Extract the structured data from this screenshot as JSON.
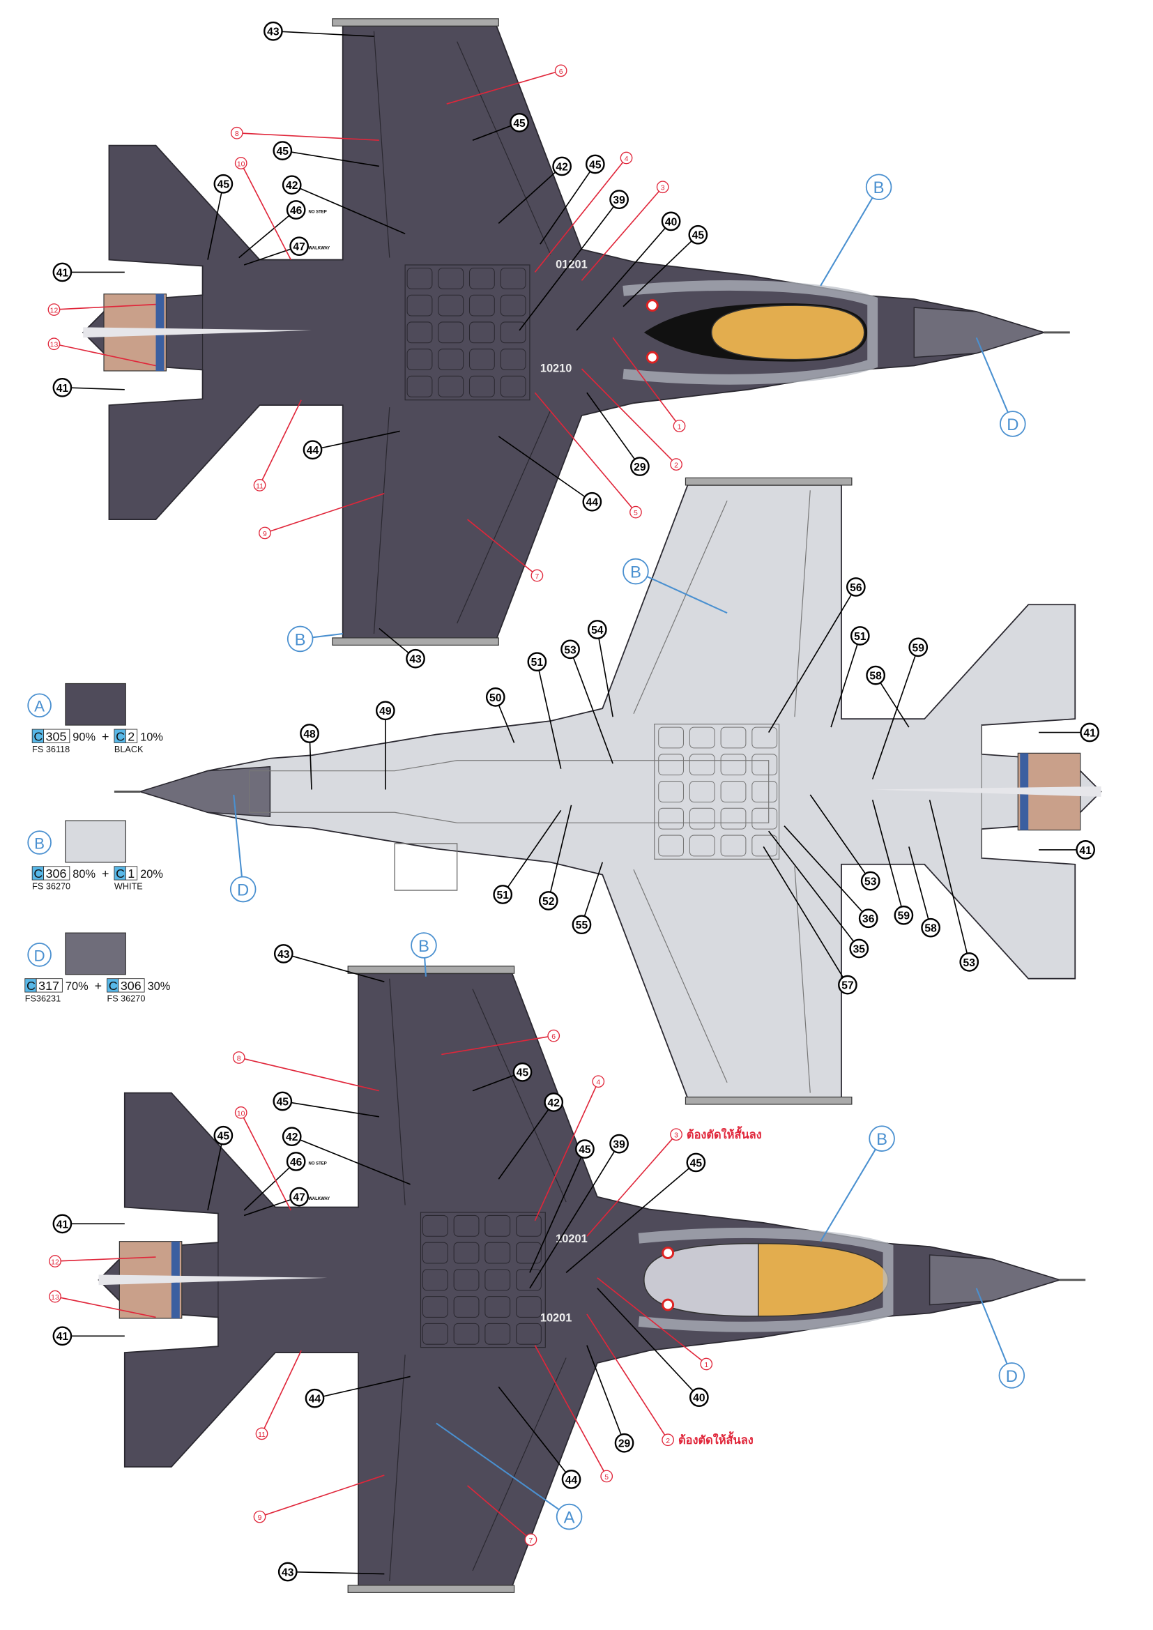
{
  "colors": {
    "A": {
      "hex": "#4f4b5a",
      "letter": "A",
      "mix": [
        {
          "code": "C",
          "num": "305",
          "pct": "90%",
          "sub": "FS 36118"
        },
        {
          "code": "C",
          "num": "2",
          "pct": "10%",
          "sub": "BLACK"
        }
      ]
    },
    "B": {
      "hex": "#d8dadf",
      "letter": "B",
      "mix": [
        {
          "code": "C",
          "num": "306",
          "pct": "80%",
          "sub": "FS 36270"
        },
        {
          "code": "C",
          "num": "1",
          "pct": "20%",
          "sub": "WHITE"
        }
      ]
    },
    "D": {
      "hex": "#6f6d7a",
      "letter": "D",
      "mix": [
        {
          "code": "C",
          "num": "317",
          "pct": "70%",
          "sub": "FS36231"
        },
        {
          "code": "C",
          "num": "306",
          "pct": "30%",
          "sub": "FS 36270"
        }
      ]
    },
    "plus": "+",
    "canopy_yellow": "#e3ad4e",
    "callout_red": "#e0263a",
    "callout_blue": "#4a90d0"
  },
  "views": [
    {
      "name": "upper-view-1",
      "serials": [
        "01201",
        "10210"
      ],
      "stencils": {
        "no_step": "NO STEP",
        "walkway": "WALKWAY"
      },
      "callouts": [
        {
          "label": "43",
          "kind": "black"
        },
        {
          "label": "45",
          "kind": "black"
        },
        {
          "label": "42",
          "kind": "black"
        },
        {
          "label": "45",
          "kind": "black"
        },
        {
          "label": "39",
          "kind": "black"
        },
        {
          "label": "40",
          "kind": "black"
        },
        {
          "label": "45",
          "kind": "black"
        },
        {
          "label": "45",
          "kind": "black"
        },
        {
          "label": "45",
          "kind": "black"
        },
        {
          "label": "42",
          "kind": "black"
        },
        {
          "label": "46",
          "kind": "black"
        },
        {
          "label": "47",
          "kind": "black"
        },
        {
          "label": "41",
          "kind": "black"
        },
        {
          "label": "41",
          "kind": "black"
        },
        {
          "label": "44",
          "kind": "black"
        },
        {
          "label": "44",
          "kind": "black"
        },
        {
          "label": "29",
          "kind": "black"
        },
        {
          "label": "43",
          "kind": "black"
        },
        {
          "label": "6",
          "kind": "red"
        },
        {
          "label": "8",
          "kind": "red"
        },
        {
          "label": "10",
          "kind": "red"
        },
        {
          "label": "4",
          "kind": "red"
        },
        {
          "label": "3",
          "kind": "red"
        },
        {
          "label": "1",
          "kind": "red"
        },
        {
          "label": "2",
          "kind": "red"
        },
        {
          "label": "5",
          "kind": "red"
        },
        {
          "label": "7",
          "kind": "red"
        },
        {
          "label": "9",
          "kind": "red"
        },
        {
          "label": "11",
          "kind": "red"
        },
        {
          "label": "12",
          "kind": "red"
        },
        {
          "label": "13",
          "kind": "red"
        },
        {
          "label": "B",
          "kind": "blue"
        },
        {
          "label": "D",
          "kind": "blue"
        },
        {
          "label": "B",
          "kind": "blue"
        }
      ]
    },
    {
      "name": "lower-view",
      "callouts": [
        {
          "label": "56",
          "kind": "black"
        },
        {
          "label": "51",
          "kind": "black"
        },
        {
          "label": "59",
          "kind": "black"
        },
        {
          "label": "58",
          "kind": "black"
        },
        {
          "label": "41",
          "kind": "black"
        },
        {
          "label": "41",
          "kind": "black"
        },
        {
          "label": "54",
          "kind": "black"
        },
        {
          "label": "53",
          "kind": "black"
        },
        {
          "label": "51",
          "kind": "black"
        },
        {
          "label": "50",
          "kind": "black"
        },
        {
          "label": "49",
          "kind": "black"
        },
        {
          "label": "48",
          "kind": "black"
        },
        {
          "label": "51",
          "kind": "black"
        },
        {
          "label": "52",
          "kind": "black"
        },
        {
          "label": "55",
          "kind": "black"
        },
        {
          "label": "53",
          "kind": "black"
        },
        {
          "label": "36",
          "kind": "black"
        },
        {
          "label": "35",
          "kind": "black"
        },
        {
          "label": "57",
          "kind": "black"
        },
        {
          "label": "59",
          "kind": "black"
        },
        {
          "label": "58",
          "kind": "black"
        },
        {
          "label": "53",
          "kind": "black"
        },
        {
          "label": "B",
          "kind": "blue"
        },
        {
          "label": "D",
          "kind": "blue"
        }
      ]
    },
    {
      "name": "upper-view-2",
      "serials": [
        "10201",
        "10201"
      ],
      "stencils": {
        "no_step": "NO STEP",
        "walkway": "WALKWAY"
      },
      "callouts": [
        {
          "label": "43",
          "kind": "black"
        },
        {
          "label": "45",
          "kind": "black"
        },
        {
          "label": "42",
          "kind": "black"
        },
        {
          "label": "45",
          "kind": "black"
        },
        {
          "label": "45",
          "kind": "black"
        },
        {
          "label": "42",
          "kind": "black"
        },
        {
          "label": "46",
          "kind": "black"
        },
        {
          "label": "47",
          "kind": "black"
        },
        {
          "label": "45",
          "kind": "black"
        },
        {
          "label": "39",
          "kind": "black"
        },
        {
          "label": "45",
          "kind": "black"
        },
        {
          "label": "41",
          "kind": "black"
        },
        {
          "label": "41",
          "kind": "black"
        },
        {
          "label": "44",
          "kind": "black"
        },
        {
          "label": "44",
          "kind": "black"
        },
        {
          "label": "29",
          "kind": "black"
        },
        {
          "label": "40",
          "kind": "black"
        },
        {
          "label": "43",
          "kind": "black"
        },
        {
          "label": "6",
          "kind": "red"
        },
        {
          "label": "8",
          "kind": "red"
        },
        {
          "label": "10",
          "kind": "red"
        },
        {
          "label": "4",
          "kind": "red"
        },
        {
          "label": "3",
          "kind": "red",
          "note": "ต้องตัดให้สั้นลง"
        },
        {
          "label": "1",
          "kind": "red"
        },
        {
          "label": "2",
          "kind": "red",
          "note": "ต้องตัดให้สั้นลง"
        },
        {
          "label": "5",
          "kind": "red"
        },
        {
          "label": "7",
          "kind": "red"
        },
        {
          "label": "9",
          "kind": "red"
        },
        {
          "label": "11",
          "kind": "red"
        },
        {
          "label": "12",
          "kind": "red"
        },
        {
          "label": "13",
          "kind": "red"
        },
        {
          "label": "B",
          "kind": "blue"
        },
        {
          "label": "D",
          "kind": "blue"
        },
        {
          "label": "A",
          "kind": "blue"
        },
        {
          "label": "B",
          "kind": "blue"
        }
      ]
    }
  ]
}
